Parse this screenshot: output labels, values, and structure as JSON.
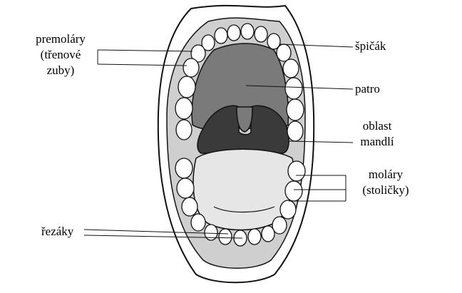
{
  "labels": {
    "premolars": [
      "premoláry",
      "(třenové",
      "zuby)"
    ],
    "canine": "špičák",
    "palate": "patro",
    "tonsil": [
      "oblast",
      "mandlí"
    ],
    "molars": [
      "moláry",
      "(stoličky)"
    ],
    "incisors": "řezáky"
  },
  "colors": {
    "outline": "#111111",
    "lips": "#ffffff",
    "gums": "#cfcfcf",
    "palate": "#7a7a7a",
    "throat": "#3a3a3a",
    "tongue": "#e6e6e6",
    "teeth": "#ffffff"
  }
}
